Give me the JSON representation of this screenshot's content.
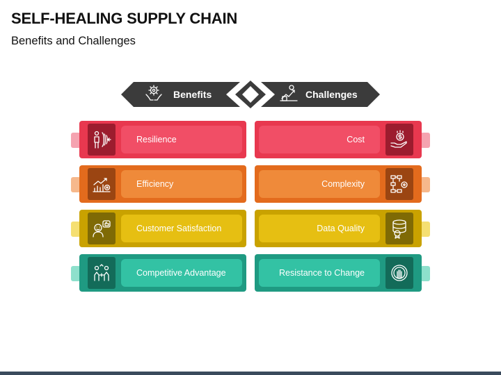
{
  "title": "SELF-HEALING SUPPLY CHAIN",
  "subtitle": "Benefits and Challenges",
  "headers": {
    "benefits": "Benefits",
    "challenges": "Challenges",
    "benefits_icon": "hands-gear-icon",
    "challenges_icon": "growth-obstacle-icon"
  },
  "benefits": [
    {
      "label": "Resilience",
      "icon": "person-shield-icon",
      "color": "#e8384f",
      "pill": "#f14e66",
      "box": "#9c1c2e",
      "tab": "#f5a3b0"
    },
    {
      "label": "Efficiency",
      "icon": "chart-gear-icon",
      "color": "#e36b1d",
      "pill": "#ef8a3a",
      "box": "#9b4512",
      "tab": "#f6b88c"
    },
    {
      "label": "Customer Satisfaction",
      "icon": "customer-thumbs-up-icon",
      "color": "#c9a200",
      "pill": "#e6bf12",
      "box": "#7f6a05",
      "tab": "#f5df72"
    },
    {
      "label": "Competitive Advantage",
      "icon": "competition-icon",
      "color": "#1f9a82",
      "pill": "#33c2a4",
      "box": "#136b59",
      "tab": "#8ee0cc"
    }
  ],
  "challenges": [
    {
      "label": "Cost",
      "icon": "money-hand-icon",
      "color": "#e8384f",
      "pill": "#f14e66",
      "box": "#9c1c2e",
      "tab": "#f5a3b0"
    },
    {
      "label": "Complexity",
      "icon": "flowchart-gear-icon",
      "color": "#e36b1d",
      "pill": "#ef8a3a",
      "box": "#9b4512",
      "tab": "#f6b88c"
    },
    {
      "label": "Data Quality",
      "icon": "database-badge-icon",
      "color": "#c9a200",
      "pill": "#e6bf12",
      "box": "#7f6a05",
      "tab": "#f5df72"
    },
    {
      "label": "Resistance to Change",
      "icon": "hand-stop-gear-icon",
      "color": "#1f9a82",
      "pill": "#33c2a4",
      "box": "#136b59",
      "tab": "#8ee0cc"
    }
  ]
}
